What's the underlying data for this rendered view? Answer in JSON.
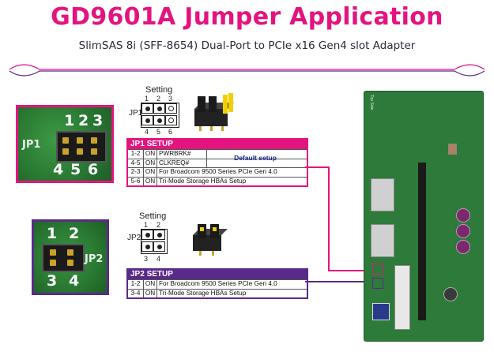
{
  "title": "GD9601A Jumper Application",
  "subtitle": "SlimSAS 8i (SFF-8654) Dual-Port to PCIe x16 Gen4 slot Adapter",
  "colors": {
    "accent_pink": "#e4147f",
    "accent_purple": "#5a2a8a",
    "pcb_green": "#2d7a3a"
  },
  "jp1": {
    "photo": {
      "label": "JP1",
      "top_pins": [
        "1",
        "2",
        "3"
      ],
      "bottom_pins": [
        "4",
        "5",
        "6"
      ]
    },
    "setting": {
      "title": "Setting",
      "label": "JP1",
      "top_pins": [
        "1",
        "2",
        "3"
      ],
      "bottom_pins": [
        "4",
        "5",
        "6"
      ]
    },
    "setup": {
      "header": "JP1 SETUP",
      "default_note": "Default setup",
      "rows": [
        {
          "pins": "1-2",
          "state": "ON",
          "desc": "PWRBRK#"
        },
        {
          "pins": "4-5",
          "state": "ON",
          "desc": "CLKREQ#"
        },
        {
          "pins": "2-3",
          "state": "ON",
          "desc": "For Broadcom 9500 Series PCIe Gen 4.0"
        },
        {
          "pins": "5-6",
          "state": "ON",
          "desc": "Tri-Mode Storage HBAs Setup"
        }
      ]
    }
  },
  "jp2": {
    "photo": {
      "label": "JP2",
      "top_pins": [
        "1",
        "2"
      ],
      "bottom_pins": [
        "3",
        "4"
      ]
    },
    "setting": {
      "title": "Setting",
      "label": "JP2",
      "top_pins": [
        "1",
        "2"
      ],
      "bottom_pins": [
        "3",
        "4"
      ]
    },
    "setup": {
      "header": "JP2 SETUP",
      "rows": [
        {
          "pins": "1-2",
          "state": "ON",
          "desc": "For Broadcom 9500 Series PCIe Gen 4.0"
        },
        {
          "pins": "3-4",
          "state": "ON",
          "desc": "Tri-Mode Storage HBAs Setup"
        }
      ]
    }
  },
  "board": {
    "corner_text": "Top Side"
  }
}
